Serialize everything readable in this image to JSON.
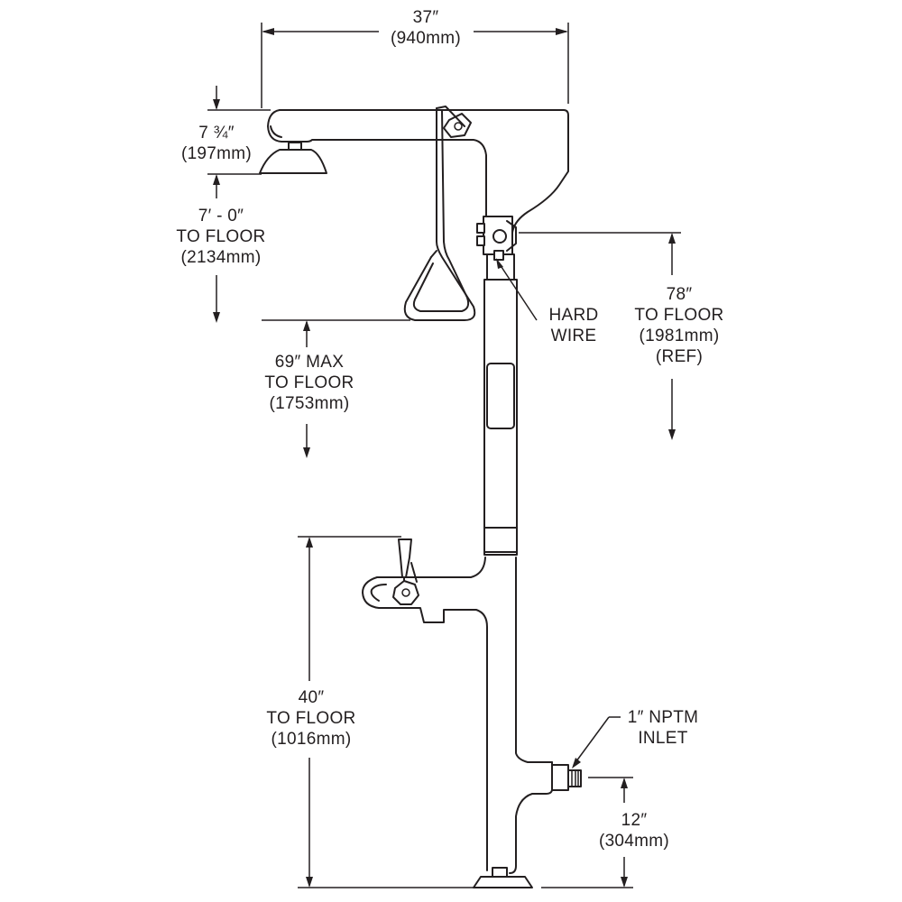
{
  "dimensions": {
    "overall_width": {
      "imperial": "37″",
      "metric": "(940mm)"
    },
    "head_height": {
      "imperial": "7 ¾″",
      "metric": "(197mm)"
    },
    "shower_height": {
      "line1": "7′ - 0″",
      "line2": "TO FLOOR",
      "metric": "(2134mm)"
    },
    "handle_height": {
      "line1": "69″ MAX",
      "line2": "TO FLOOR",
      "metric": "(1753mm)"
    },
    "unit_height": {
      "line1": "78″",
      "line2": "TO FLOOR",
      "metric": "(1981mm)",
      "note": "(REF)"
    },
    "eyewash_height": {
      "line1": "40″",
      "line2": "TO FLOOR",
      "metric": "(1016mm)"
    },
    "inlet_height": {
      "imperial": "12″",
      "metric": "(304mm)"
    }
  },
  "callouts": {
    "hard_wire": {
      "line1": "HARD",
      "line2": "WIRE"
    },
    "inlet": {
      "line1": "1″ NPTM",
      "line2": "INLET"
    }
  }
}
